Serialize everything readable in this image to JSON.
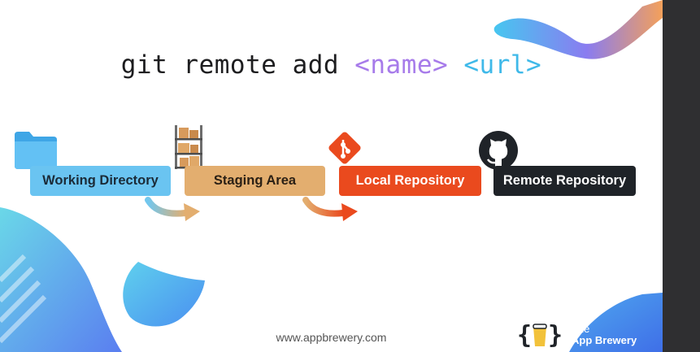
{
  "command": {
    "base": "git remote add ",
    "arg1": "<name>",
    "space": " ",
    "arg2": "<url>"
  },
  "stages": [
    {
      "label": "Working Directory",
      "color": "#6ac4f1",
      "icon": "folder-icon"
    },
    {
      "label": "Staging Area",
      "color": "#e3ae6f",
      "icon": "warehouse-shelves-icon"
    },
    {
      "label": "Local Repository",
      "color": "#ea4a1e",
      "icon": "git-logo-icon"
    },
    {
      "label": "Remote Repository",
      "color": "#1f2328",
      "icon": "github-logo-icon"
    }
  ],
  "arrows": [
    {
      "from": "Working Directory",
      "to": "Staging Area",
      "icon": "curved-arrow-icon"
    },
    {
      "from": "Staging Area",
      "to": "Local Repository",
      "icon": "curved-arrow-icon"
    }
  ],
  "footer": {
    "url": "www.appbrewery.com",
    "brand_line1": "The",
    "brand_line2": "App Brewery"
  },
  "colors": {
    "accent_purple": "#a77bea",
    "accent_blue": "#3fb9e9"
  }
}
